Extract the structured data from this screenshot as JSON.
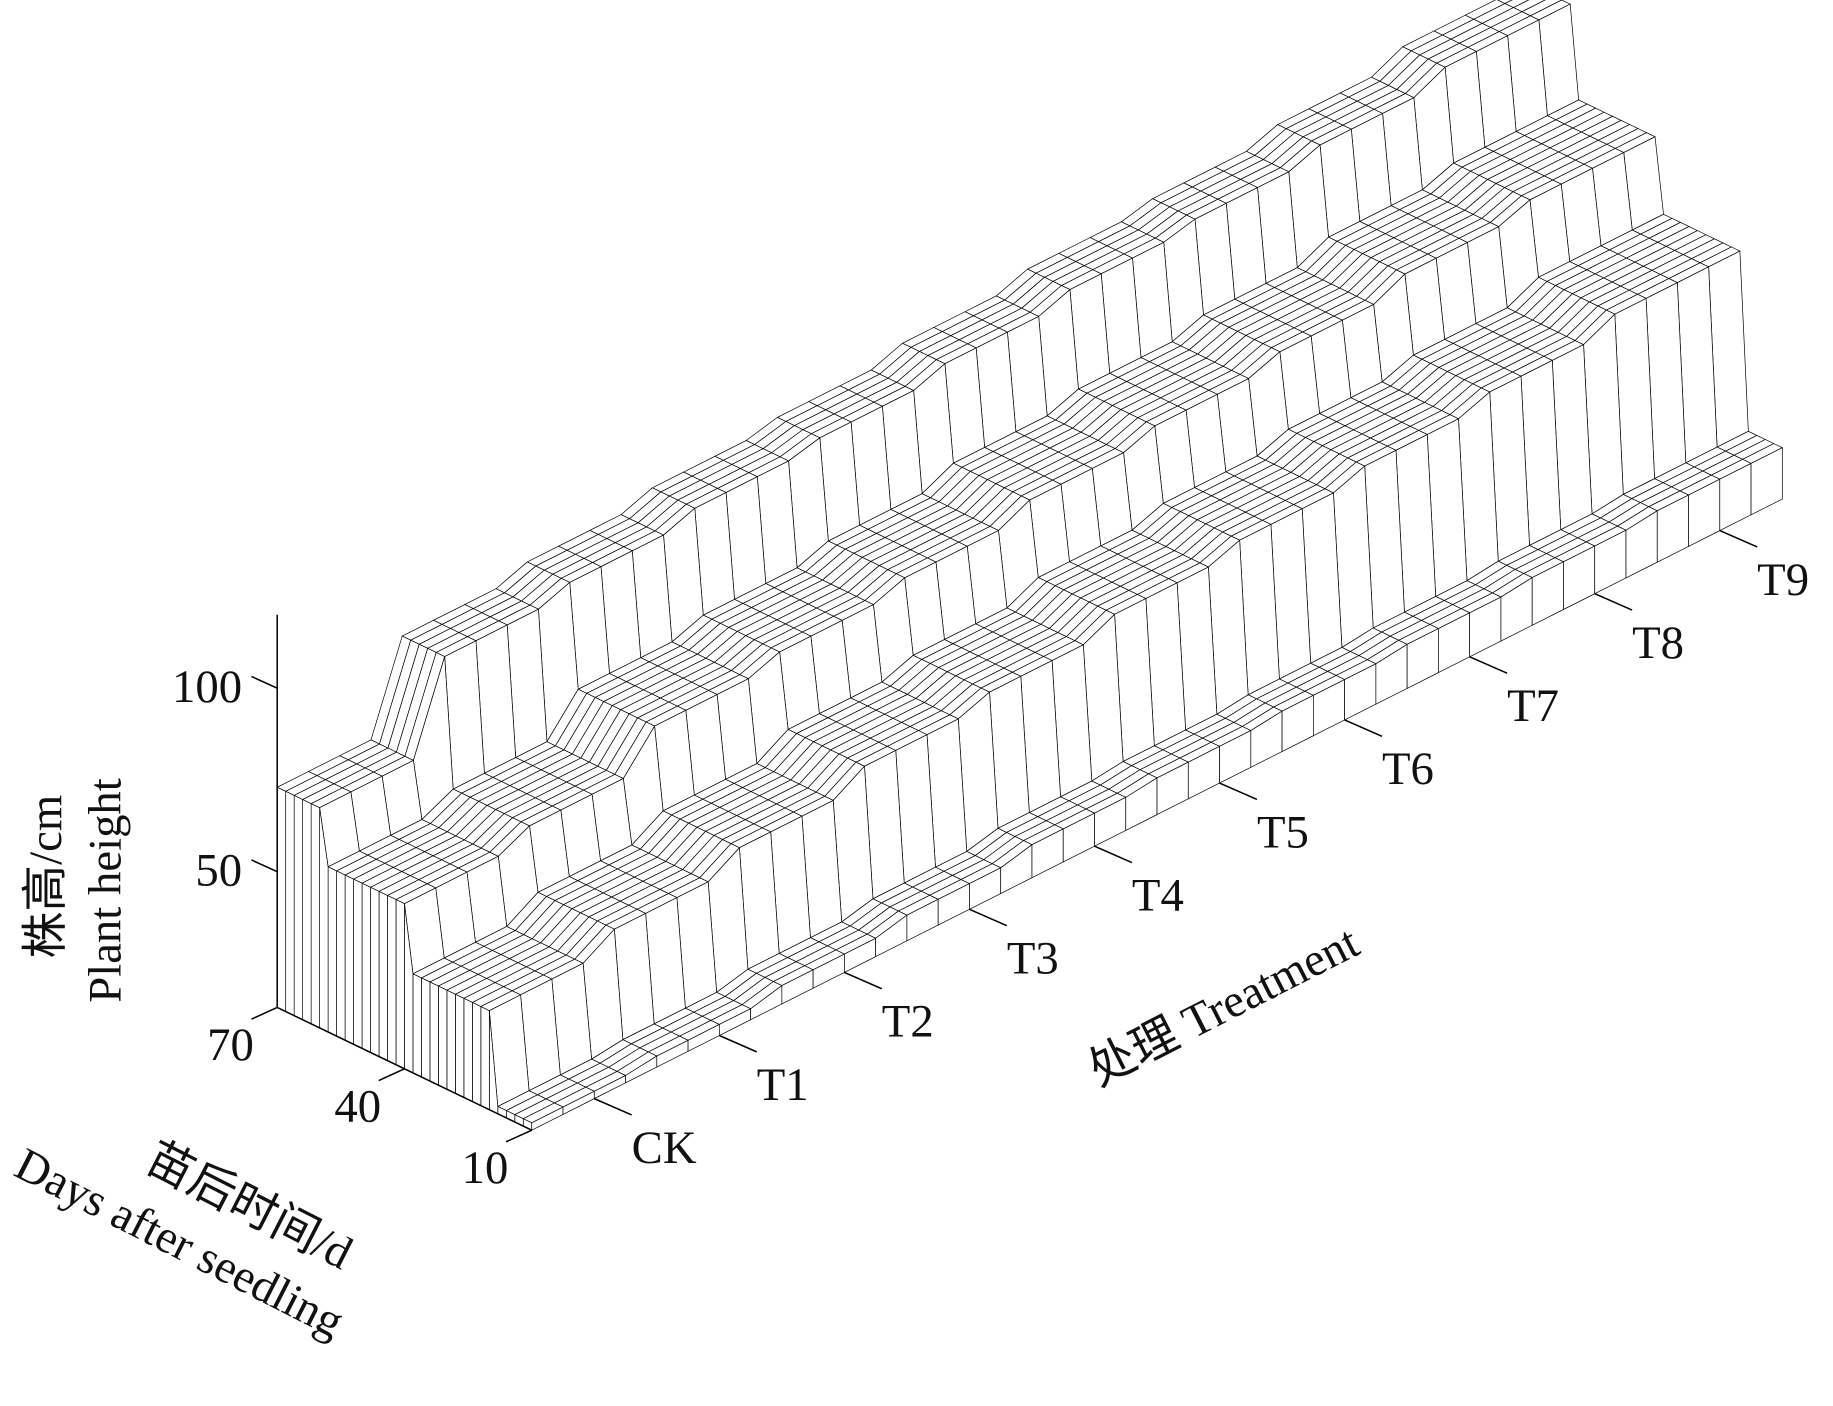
{
  "chart_data": {
    "type": "surface",
    "title": "",
    "zlabel": [
      "株高/cm",
      "Plant height"
    ],
    "ylabel": [
      "苗后时间/d",
      "Days after seedling"
    ],
    "xlabel": "处理 Treatment",
    "categories": [
      "CK",
      "T1",
      "T2",
      "T3",
      "T4",
      "T5",
      "T6",
      "T7",
      "T8",
      "T9"
    ],
    "days": [
      10,
      30,
      50,
      70
    ],
    "day_ticks": [
      "10",
      "40",
      "70"
    ],
    "day_tick_values": [
      10,
      40,
      70
    ],
    "z_ticks": [
      "50",
      "100"
    ],
    "z_tick_values": [
      50,
      100
    ],
    "zlim": [
      13,
      120
    ],
    "series": [
      {
        "name": "10",
        "values": [
          15,
          16,
          18,
          20,
          22,
          23,
          24,
          25,
          26,
          27
        ]
      },
      {
        "name": "30",
        "values": [
          40,
          45,
          50,
          55,
          58,
          62,
          65,
          68,
          71,
          75
        ]
      },
      {
        "name": "50",
        "values": [
          58,
          62,
          72,
          75,
          78,
          82,
          85,
          88,
          92,
          95
        ]
      },
      {
        "name": "70",
        "values": [
          73,
          97,
          100,
          103,
          105,
          108,
          111,
          113,
          116,
          120
        ]
      }
    ],
    "colors": {
      "face": "#ffffff",
      "edge": "#000000"
    }
  }
}
